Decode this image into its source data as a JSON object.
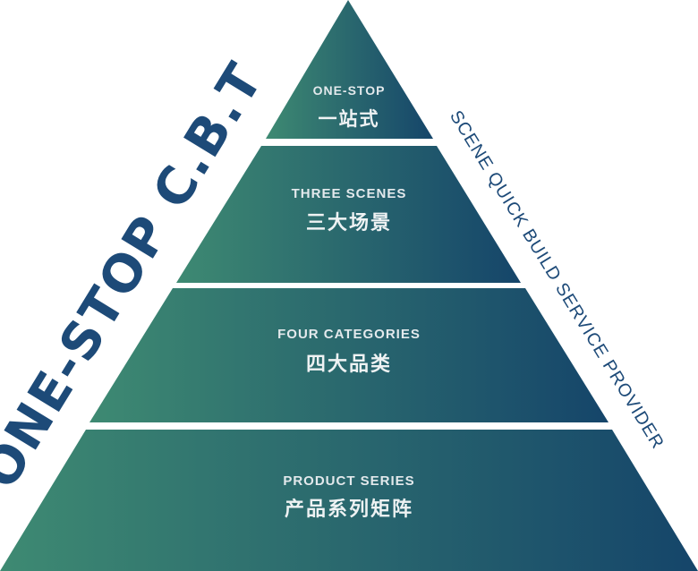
{
  "colors": {
    "gradient_start": "#3e8a72",
    "gradient_end": "#15456a",
    "side_text": "#1d4a78",
    "tier_text": "#e6ecee",
    "separator": "#ffffff"
  },
  "pyramid": {
    "tiers": [
      {
        "label_en": "ONE-STOP",
        "label_cn": "一站式"
      },
      {
        "label_en": "THREE SCENES",
        "label_cn": "三大场景"
      },
      {
        "label_en": "FOUR CATEGORIES",
        "label_cn": "四大品类"
      },
      {
        "label_en": "PRODUCT SERIES",
        "label_cn": "产品系列矩阵"
      }
    ]
  },
  "side_text_left": "ONE-STOP C.B.T",
  "side_text_right": "SCENE QUICK BUILD SERVICE PROVIDER"
}
